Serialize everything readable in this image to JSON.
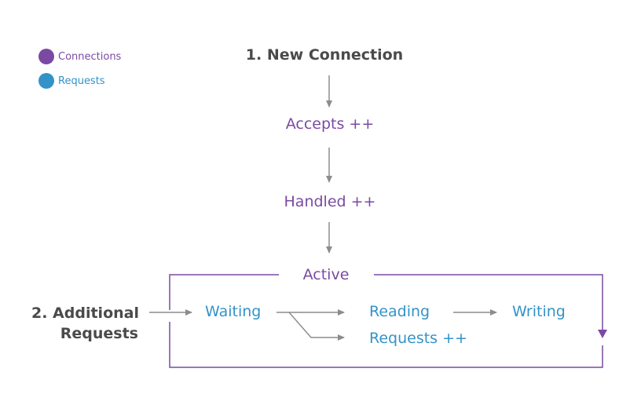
{
  "legend": {
    "connections_label": "Connections",
    "requests_label": "Requests"
  },
  "nodes": {
    "new_connection": "1. New Connection",
    "accepts": "Accepts ++",
    "handled": "Handled ++",
    "active": "Active",
    "additional_requests_line1": "2. Additional",
    "additional_requests_line2": "Requests",
    "waiting": "Waiting",
    "reading": "Reading",
    "writing": "Writing",
    "requests_counter": "Requests ++"
  },
  "colors": {
    "connections": "#7a4aa3",
    "requests": "#3393c8",
    "arrow": "#8c8c8c",
    "title_text": "#4a4a4a"
  }
}
